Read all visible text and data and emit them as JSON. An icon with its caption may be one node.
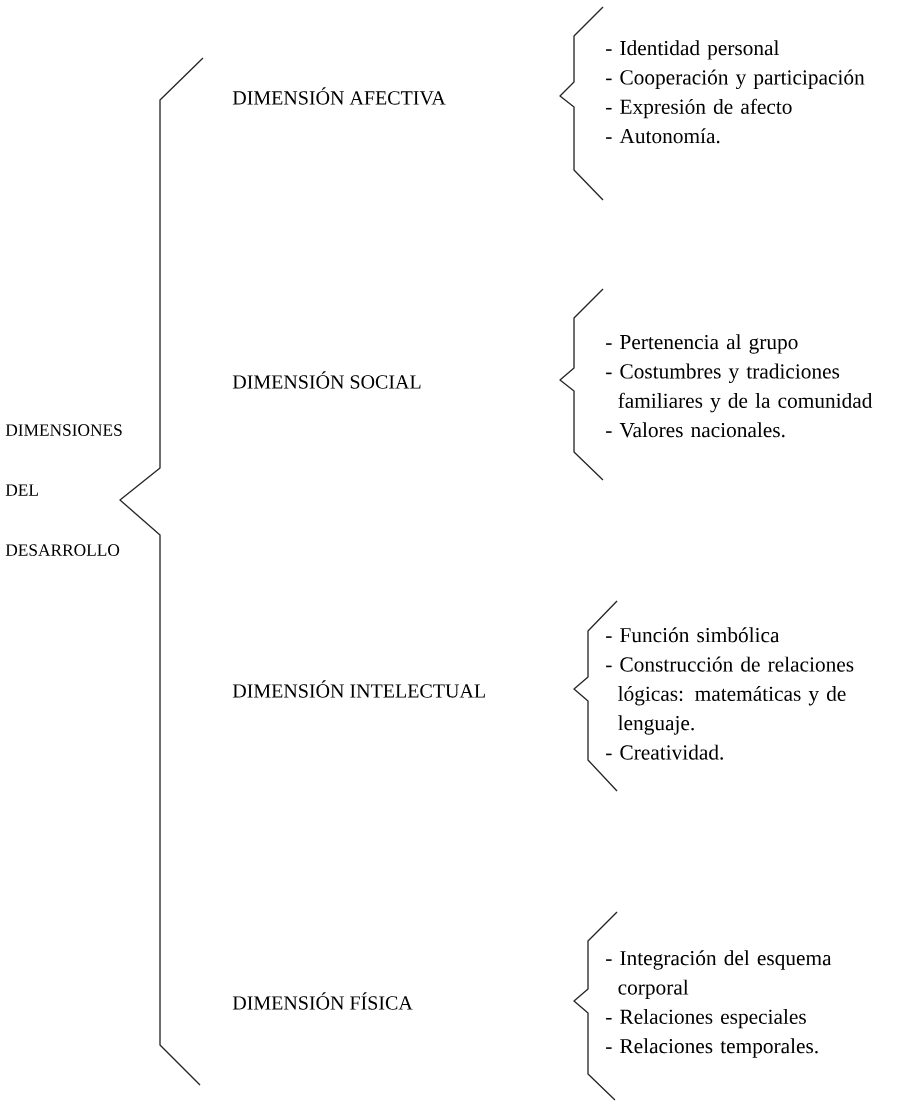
{
  "diagram": {
    "nodes": [
      {
        "text": [
          "DIMENSIONES DEL DESARROLLO"
        ]
      },
      {
        "text": [
          "DIMENSIÓN AFECTIVA"
        ]
      },
      {
        "text": [
          "DIMENSIÓN SOCIAL"
        ]
      },
      {
        "text": [
          "DIMENSIÓN INTELECTUAL"
        ]
      },
      {
        "text": [
          "DIMENSIÓN FÍSICA"
        ]
      },
      {
        "text": [
          "- Identidad personal",
          "- Cooperación y participación",
          "- Expresión de afecto",
          "- Autonomía."
        ]
      },
      {
        "text": [
          "- Pertenencia al grupo",
          "- Costumbres y tradiciones familiares y de la comunidad",
          "- Valores nacionales."
        ]
      },
      {
        "text": [
          "- Función simbólica",
          "- Construcción de relaciones lógicas: matemáticas y de lenguaje.",
          "- Creatividad."
        ]
      },
      {
        "text": [
          "- Integración del esquema corporal",
          "- Relaciones especiales",
          "- Relaciones temporales."
        ]
      }
    ]
  }
}
